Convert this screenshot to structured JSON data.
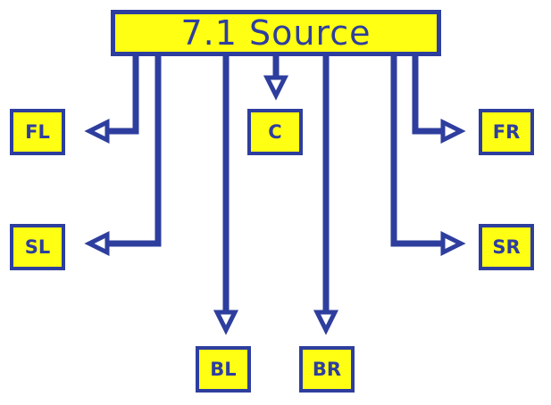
{
  "source": {
    "label": "7.1 Source"
  },
  "channels": [
    {
      "id": "fl",
      "label": "FL"
    },
    {
      "id": "c",
      "label": "C"
    },
    {
      "id": "fr",
      "label": "FR"
    },
    {
      "id": "sl",
      "label": "SL"
    },
    {
      "id": "sr",
      "label": "SR"
    },
    {
      "id": "bl",
      "label": "BL"
    },
    {
      "id": "br",
      "label": "BR"
    }
  ],
  "colors": {
    "box_fill": "#ffff14",
    "line": "#2e3e9e",
    "background": "#ffffff"
  }
}
